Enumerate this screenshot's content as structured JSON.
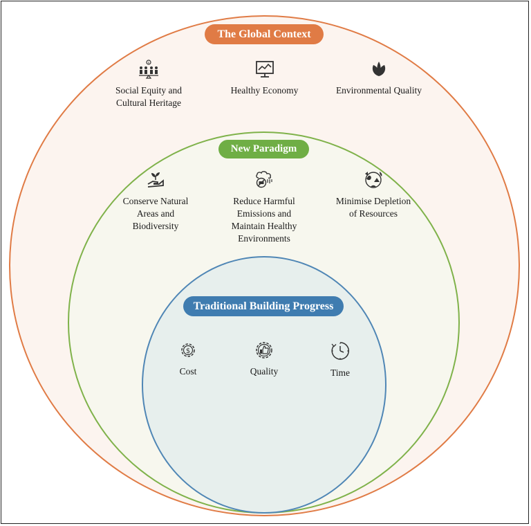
{
  "global_context": {
    "title": "The Global Context",
    "items": [
      {
        "label": "Social Equity and\nCultural Heritage",
        "icon": "people-equity-icon"
      },
      {
        "label": "Healthy Economy",
        "icon": "economy-chart-icon"
      },
      {
        "label": "Environmental Quality",
        "icon": "leaves-icon"
      }
    ]
  },
  "new_paradigm": {
    "title": "New Paradigm",
    "items": [
      {
        "label": "Conserve Natural\nAreas and\nBiodiversity",
        "icon": "hand-plant-icon"
      },
      {
        "label": "Reduce Harmful\nEmissions and\nMaintain Healthy\nEnvironments",
        "icon": "cloud-emissions-icon"
      },
      {
        "label": "Minimise Depletion\nof Resources",
        "icon": "earth-resources-icon"
      }
    ]
  },
  "traditional_building": {
    "title": "Traditional Building Progress",
    "items": [
      {
        "label": "Cost",
        "icon": "gear-dollar-icon"
      },
      {
        "label": "Quality",
        "icon": "gear-thumbs-up-icon"
      },
      {
        "label": "Time",
        "icon": "clock-icon"
      }
    ]
  },
  "colors": {
    "outer_accent": "#e07b45",
    "middle_accent": "#6fae45",
    "inner_accent": "#3f7cb0"
  }
}
